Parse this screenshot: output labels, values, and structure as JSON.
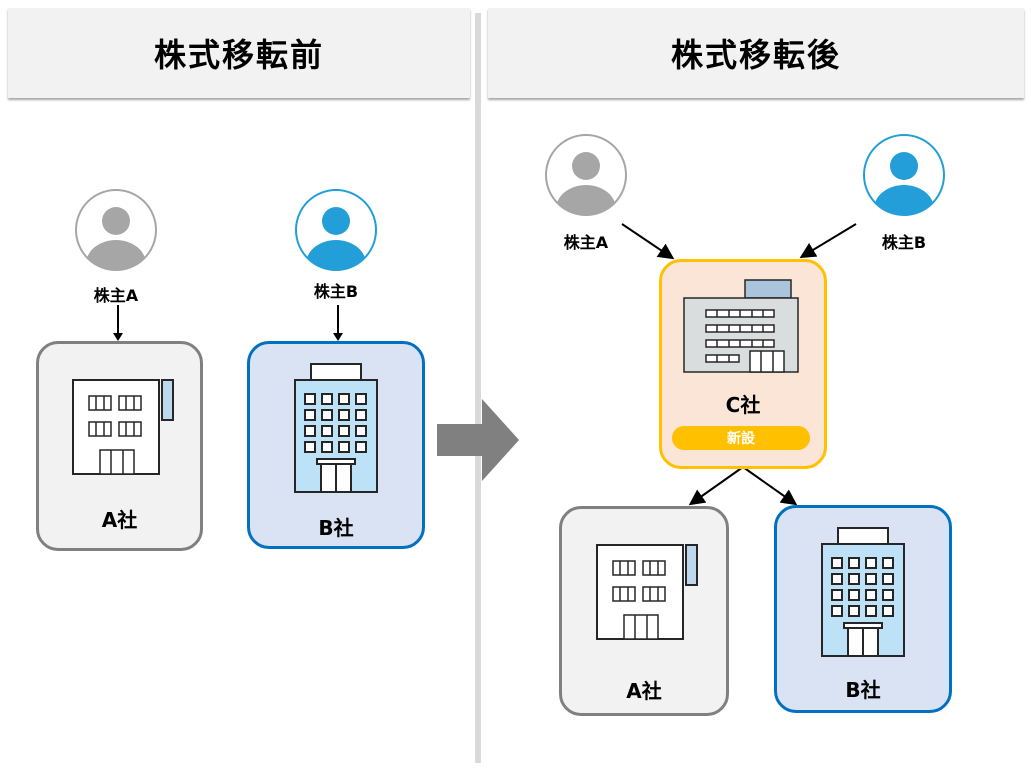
{
  "before": {
    "title": "株式移転前",
    "shareholders": [
      {
        "label": "株主A",
        "color": "#a6a6a6"
      },
      {
        "label": "株主B",
        "color": "#239ed9"
      }
    ],
    "companies": [
      {
        "label": "A社"
      },
      {
        "label": "B社"
      }
    ]
  },
  "after": {
    "title": "株式移転後",
    "shareholders": [
      {
        "label": "株主A",
        "color": "#a6a6a6"
      },
      {
        "label": "株主B",
        "color": "#239ed9"
      }
    ],
    "holding_company": {
      "label": "C社",
      "badge": "新設"
    },
    "subsidiaries": [
      {
        "label": "A社"
      },
      {
        "label": "B社"
      }
    ]
  },
  "colors": {
    "arrow": "#808080",
    "company_a_border": "#808080",
    "company_b_border": "#0070c0",
    "company_c_border": "#ffc000",
    "badge": "#ffc000"
  }
}
